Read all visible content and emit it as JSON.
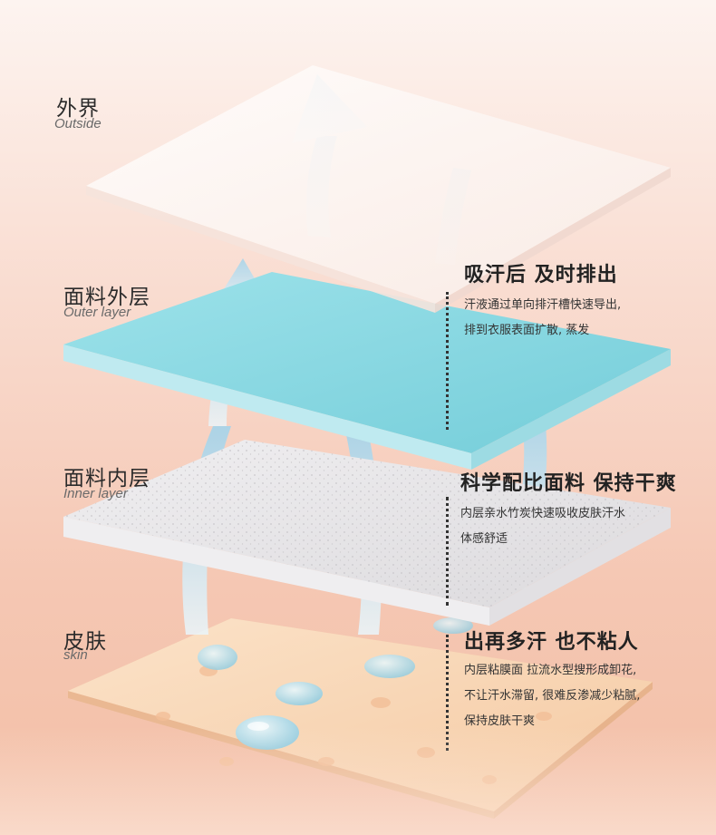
{
  "labels": {
    "outside": {
      "cn": "外界",
      "en": "Outside"
    },
    "outer_layer": {
      "cn": "面料外层",
      "en": "Outer layer"
    },
    "inner_layer": {
      "cn": "面料内层",
      "en": "Inner layer"
    },
    "skin": {
      "cn": "皮肤",
      "en": "skin"
    }
  },
  "descriptions": {
    "outer": {
      "heading": "吸汗后 及时排出",
      "lines": [
        "汗液通过单向排汗槽快速导出,",
        "排到衣服表面扩散, 蒸发"
      ]
    },
    "inner": {
      "heading": "科学配比面料 保持干爽",
      "lines": [
        "内层亲水竹炭快速吸收皮肤汗水",
        "体感舒适"
      ]
    },
    "skin": {
      "heading": "出再多汗 也不粘人",
      "lines": [
        "内层粘膜面 拉流水型搜形成卸花,",
        "不让汗水滞留, 很难反渗减少粘腻,",
        "保持皮肤干爽"
      ]
    }
  },
  "colors": {
    "outer_layer": "#86d6df",
    "inner_layer": "#e6e4e6",
    "skin_layer": "#f8d4b4",
    "outside_layer": "#fdf7f4",
    "arrow": "#c9e6f2"
  },
  "icons": [
    "up-arrow-icon",
    "water-drop-icon"
  ]
}
